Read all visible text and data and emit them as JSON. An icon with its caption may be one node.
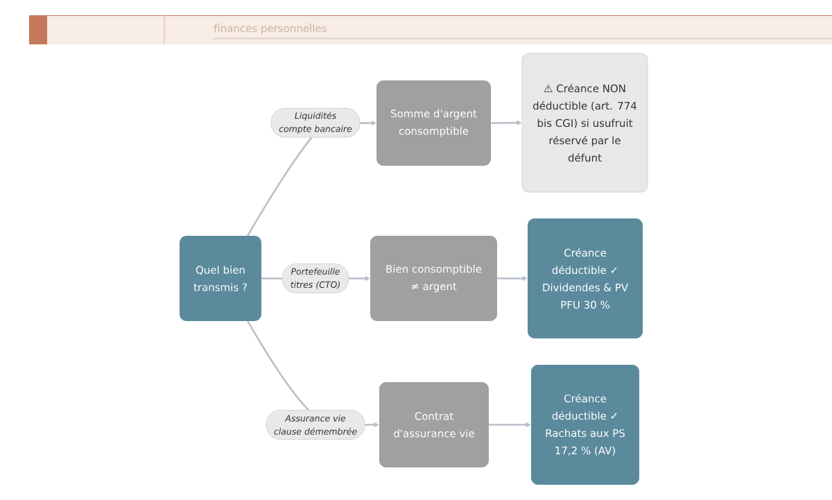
{
  "diagram": {
    "nodes": [
      {
        "text": [
          "Quel bien transmis ?"
        ]
      },
      {
        "text": [
          "Somme d'argent consomptible"
        ]
      },
      {
        "text": [
          "⚠ Créance NON déductible (art. 774 bis CGI) si usufruit réservé par le défunt"
        ]
      },
      {
        "text": [
          "Bien consomptible ≠ argent"
        ]
      },
      {
        "text": [
          "Créance déductible ✓ Dividendes & PV PFU 30 %"
        ]
      },
      {
        "text": [
          "Contrat d'assurance vie"
        ]
      },
      {
        "text": [
          "Créance déductible ✓ Rachats aux PS 17,2 % (AV)"
        ]
      }
    ],
    "edges": [
      {
        "from": 0,
        "to": 1,
        "arrow": "to",
        "label": "Liquidités compte bancaire"
      },
      {
        "from": 0,
        "to": 3,
        "arrow": "to",
        "label": "Portefeuille titres (CTO)"
      },
      {
        "from": 0,
        "to": 5,
        "arrow": "to",
        "label": "Assurance vie clause démembrée"
      },
      {
        "from": 1,
        "to": 2,
        "arrow": "to"
      },
      {
        "from": 3,
        "to": 4,
        "arrow": "to"
      },
      {
        "from": 5,
        "to": 6,
        "arrow": "to"
      }
    ],
    "labels": [
      "finances personnelles"
    ]
  }
}
